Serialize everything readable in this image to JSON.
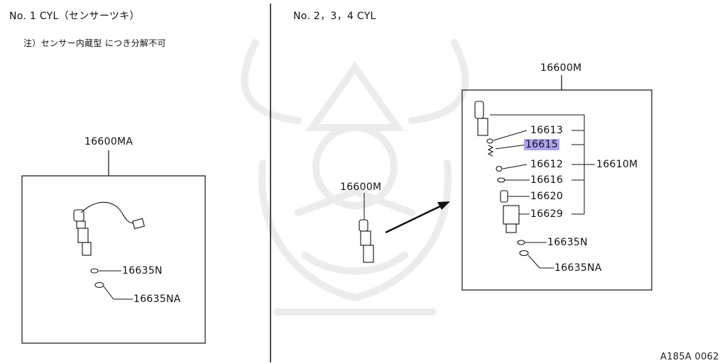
{
  "header": {
    "left_title": "No. 1 CYL（センサーツキ）",
    "left_note": "注）センサー内蔵型 につき分解不可",
    "right_title": "No. 2，3，4 CYL"
  },
  "left_panel": {
    "assembly_label": "16600MA",
    "parts": [
      {
        "label": "16635N"
      },
      {
        "label": "16635NA"
      }
    ]
  },
  "right_panel": {
    "assembly_label": "16600M",
    "injector_label": "16600M",
    "group_label": "16610M",
    "parts": [
      {
        "label": "16613"
      },
      {
        "label": "16615",
        "highlighted": true
      },
      {
        "label": "16612"
      },
      {
        "label": "16616"
      },
      {
        "label": "16620"
      },
      {
        "label": "16629"
      },
      {
        "label": "16635N"
      },
      {
        "label": "16635NA"
      }
    ]
  },
  "footer": {
    "diagram_code": "A185A 0062"
  },
  "colors": {
    "line": "#111111",
    "highlight": "#a9a3ef",
    "watermark": "#efefef"
  }
}
